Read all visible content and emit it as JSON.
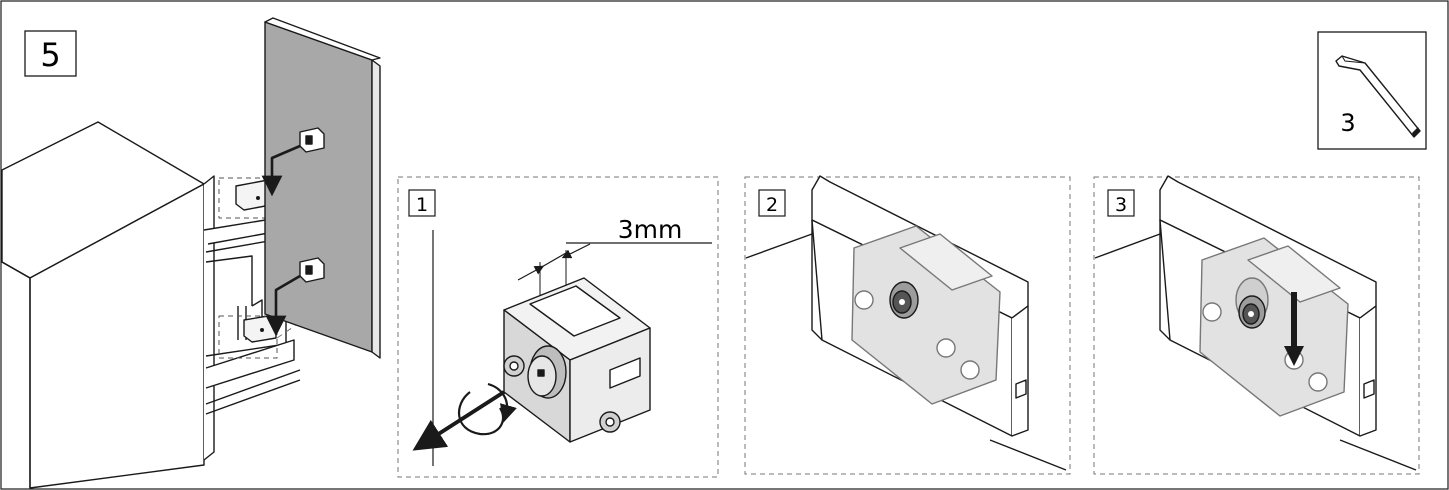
{
  "step": {
    "number": "5"
  },
  "tool": {
    "size": "3",
    "icon": "hex-key-icon"
  },
  "panels": [
    {
      "number": "1",
      "dimension": "3mm"
    },
    {
      "number": "2"
    },
    {
      "number": "3"
    }
  ],
  "colors": {
    "line": "#1a1a1a",
    "panel_gray": "#a8a8a8",
    "metal": "#cfcfcf",
    "clear_plastic": "#e2e2e2",
    "dashed": "#777777"
  }
}
